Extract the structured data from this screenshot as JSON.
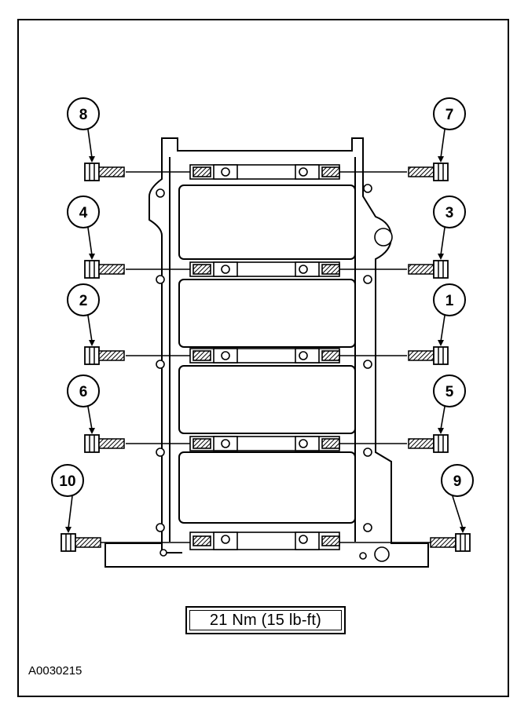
{
  "torque_label": "21 Nm (15 lb-ft)",
  "figure_id": "A0030215",
  "bolts": [
    {
      "n": "8",
      "side": "left",
      "row": 0
    },
    {
      "n": "7",
      "side": "right",
      "row": 0
    },
    {
      "n": "4",
      "side": "left",
      "row": 1
    },
    {
      "n": "3",
      "side": "right",
      "row": 1
    },
    {
      "n": "2",
      "side": "left",
      "row": 2
    },
    {
      "n": "1",
      "side": "right",
      "row": 2
    },
    {
      "n": "6",
      "side": "left",
      "row": 3
    },
    {
      "n": "5",
      "side": "right",
      "row": 3
    },
    {
      "n": "10",
      "side": "left",
      "row": 4
    },
    {
      "n": "9",
      "side": "right",
      "row": 4
    }
  ],
  "colors": {
    "line": "#000000",
    "background": "#ffffff"
  }
}
